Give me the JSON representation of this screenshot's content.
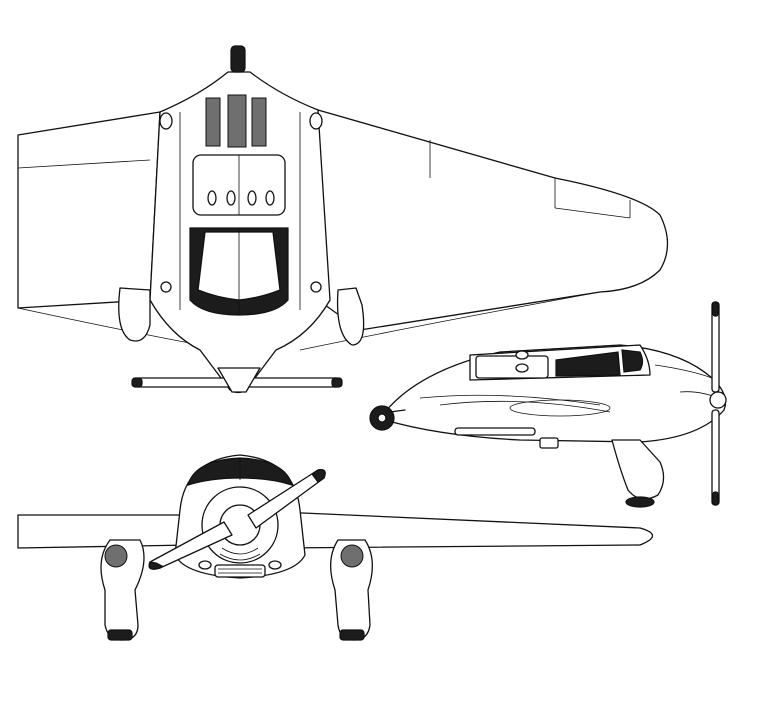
{
  "colors": {
    "line": "#111111",
    "background": "#ffffff",
    "glazing": "#1c1c1c",
    "shade": "#6f6f6f"
  },
  "views": [
    {
      "id": "plan-view",
      "description_name": "top-view"
    },
    {
      "id": "side-view",
      "description_name": "side-view"
    },
    {
      "id": "front-view",
      "description_name": "front-view"
    }
  ]
}
